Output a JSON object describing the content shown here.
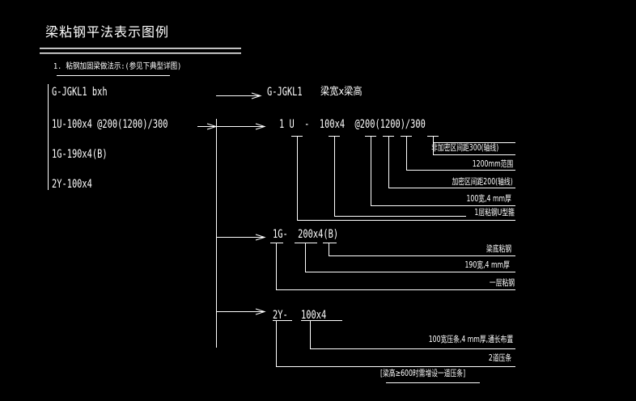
{
  "colors": {
    "background": "#000000",
    "ink": "#ffffff"
  },
  "title": "梁粘钢平法表示图例",
  "section_heading": "1. 粘钢加固梁做法示:(参见下典型详图)",
  "notation_block": [
    "G-JGKL1 bxh",
    "1U-100x4 @200(1200)/300",
    "1G-190x4(B)",
    "2Y-100x4"
  ],
  "beam_callout": {
    "code": "G-JGKL1",
    "label": "梁宽x梁高"
  },
  "u_hoop": {
    "notation": "1 U  -  100x4  @200(1200)/300",
    "labels": [
      "非加密区间距300(轴线)",
      "1200mm范围",
      "加密区间距200(轴线)",
      "100宽,4 mm厚",
      "1层粘钢U型箍"
    ]
  },
  "bottom_plate": {
    "notation": "1G-  200x4(B)",
    "labels": [
      "梁底粘钢",
      "190宽,4 mm厚",
      "一层粘钢"
    ]
  },
  "strap": {
    "code": "2Y-",
    "size": "100x4",
    "labels": [
      "100宽压条,4 mm厚,通长布置",
      "2道压条"
    ],
    "note": "[梁高≥600时需增设一道压条]"
  }
}
